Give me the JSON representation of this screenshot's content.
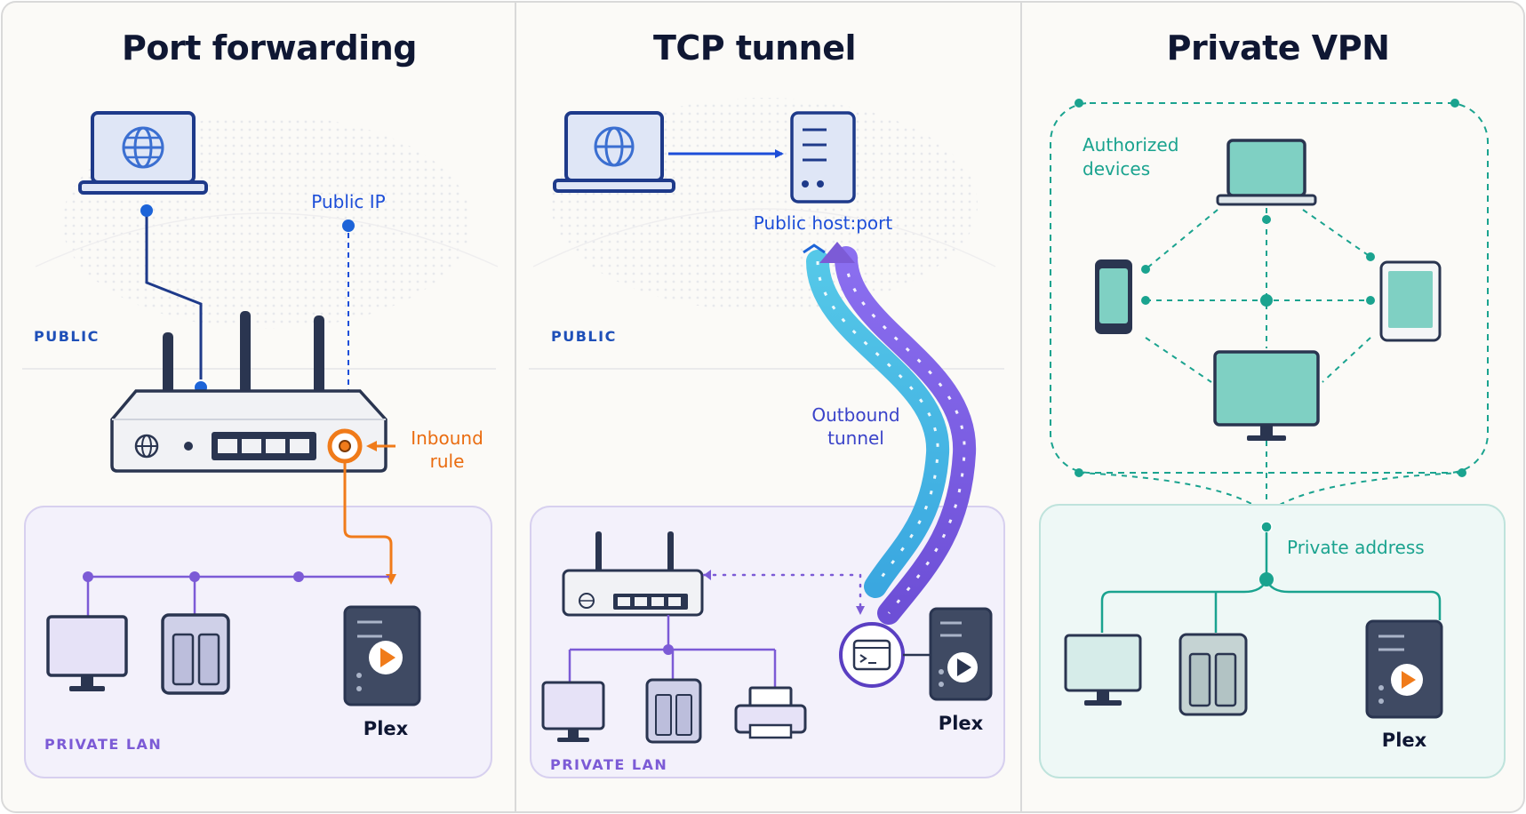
{
  "panels": [
    {
      "title": "Port forwarding",
      "zones": {
        "public": "PUBLIC",
        "private": "PRIVATE LAN"
      },
      "labels": {
        "public_ip": "Public IP",
        "inbound_rule_1": "Inbound",
        "inbound_rule_2": "rule",
        "server": "Plex"
      }
    },
    {
      "title": "TCP tunnel",
      "zones": {
        "public": "PUBLIC",
        "private": "PRIVATE LAN"
      },
      "labels": {
        "public_host": "Public host:port",
        "outbound_1": "Outbound",
        "outbound_2": "tunnel",
        "server": "Plex"
      }
    },
    {
      "title": "Private VPN",
      "labels": {
        "authorized_1": "Authorized",
        "authorized_2": "devices",
        "private_address": "Private address",
        "server": "Plex"
      }
    }
  ],
  "colors": {
    "navy": "#1e3a8a",
    "blue": "#1d4ed8",
    "orange": "#f07b1a",
    "purple": "#7c5bd6",
    "teal": "#1aa38f",
    "cyan": "#3cc2dc",
    "title": "#0f1733"
  },
  "icons": [
    "laptop-icon",
    "globe-icon",
    "router-icon",
    "server-icon",
    "nas-icon",
    "monitor-icon",
    "printer-icon",
    "terminal-icon",
    "play-icon",
    "phone-icon",
    "tablet-icon"
  ]
}
